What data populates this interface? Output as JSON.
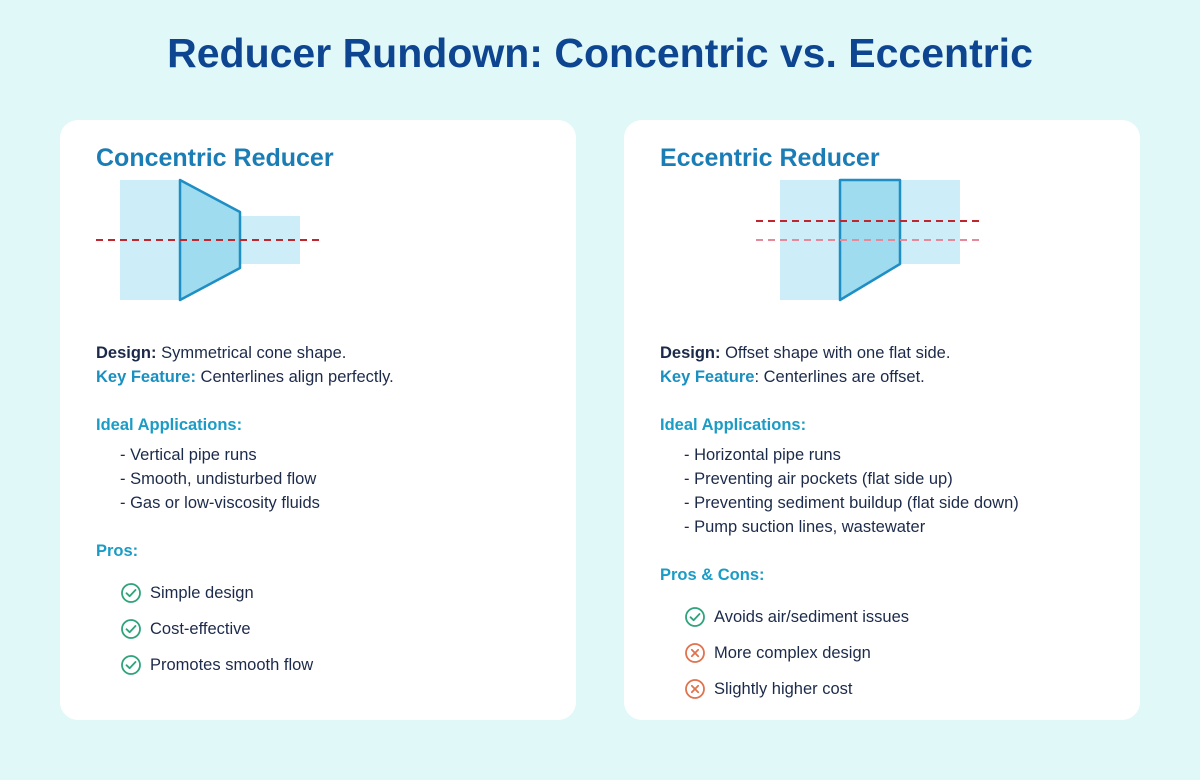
{
  "title": "Reducer Rundown: Concentric vs. Eccentric",
  "colors": {
    "background": "#e0f8f8",
    "title": "#0e4590",
    "card_title": "#1b7db5",
    "section_head": "#1a9cc6",
    "pipe_fill": "#cdeef8",
    "cone_fill": "#9fdcef",
    "cone_stroke": "#1f8ec4",
    "centerline": "#c0262d",
    "centerline_offset": "#e58a9a",
    "check": "#2fa37a",
    "cross": "#e0724e"
  },
  "concentric": {
    "title": "Concentric Reducer",
    "design_label": "Design:",
    "design_text": " Symmetrical cone shape.",
    "feature_label": "Key Feature:",
    "feature_text": " Centerlines align perfectly.",
    "applications_head": "Ideal Applications:",
    "applications": [
      "- Vertical pipe runs",
      "- Smooth, undisturbed flow",
      "- Gas or low-viscosity fluids"
    ],
    "pros_head": "Pros:",
    "pros": [
      {
        "icon": "check-circle-icon",
        "text": "Simple design"
      },
      {
        "icon": "check-circle-icon",
        "text": "Cost-effective"
      },
      {
        "icon": "check-circle-icon",
        "text": "Promotes smooth flow"
      }
    ]
  },
  "eccentric": {
    "title": "Eccentric Reducer",
    "design_label": "Design:",
    "design_text": " Offset shape with one flat side.",
    "feature_label": "Key Feature",
    "feature_text": ": Centerlines are offset.",
    "applications_head": "Ideal Applications:",
    "applications": [
      "- Horizontal pipe runs",
      "- Preventing air pockets (flat side up)",
      "- Preventing sediment buildup (flat side down)",
      "- Pump suction lines, wastewater"
    ],
    "pros_head": "Pros & Cons:",
    "pros": [
      {
        "icon": "check-circle-icon",
        "text": "Avoids air/sediment issues"
      },
      {
        "icon": "x-circle-icon",
        "text": "More complex design"
      },
      {
        "icon": "x-circle-icon",
        "text": "Slightly higher cost"
      }
    ]
  }
}
